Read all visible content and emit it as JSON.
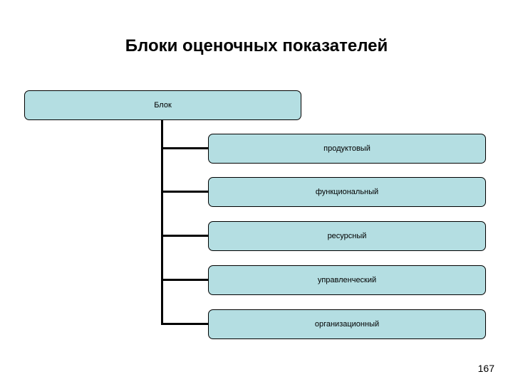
{
  "slide": {
    "title": "Блоки оценочных показателей",
    "page_number": "167",
    "background_color": "#ffffff"
  },
  "colors": {
    "node_fill": "#b4dee2",
    "node_border": "#000000",
    "connector": "#000000",
    "text": "#000000"
  },
  "chart_data": {
    "type": "diagram",
    "diagram_kind": "org-chart",
    "title": "Блоки оценочных показателей",
    "orientation": "vertical-trunk-right-branches",
    "root": {
      "label": "Блок"
    },
    "children": [
      {
        "label": "продуктовый"
      },
      {
        "label": "функциональный"
      },
      {
        "label": "ресурсный"
      },
      {
        "label": "управленческий"
      },
      {
        "label": "организационный"
      }
    ],
    "edges": [
      {
        "from": "Блок",
        "to": "продуктовый"
      },
      {
        "from": "Блок",
        "to": "функциональный"
      },
      {
        "from": "Блок",
        "to": "ресурсный"
      },
      {
        "from": "Блок",
        "to": "управленческий"
      },
      {
        "from": "Блок",
        "to": "организационный"
      }
    ]
  }
}
